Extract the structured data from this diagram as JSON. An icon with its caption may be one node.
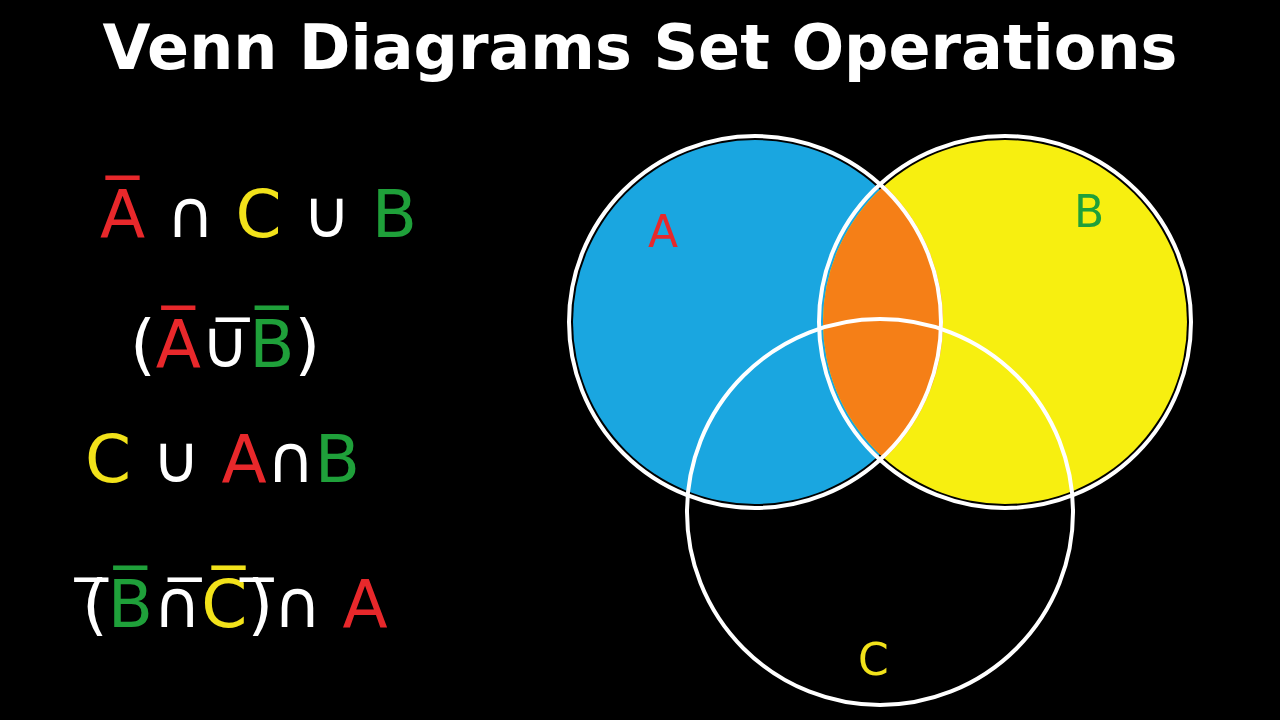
{
  "diagram": {
    "title": "Venn Diagrams Set Operations",
    "nodes": [
      {
        "text": [
          "A"
        ]
      },
      {
        "text": [
          "B"
        ]
      },
      {
        "text": [
          "C"
        ]
      }
    ],
    "edges": [],
    "labels": [
      "A̅ ∩ C ∪ B",
      "(A̅∪̅B̅)",
      "C ∪ A∩B",
      "(̅B̅∩̅C̅)̅∩ A"
    ]
  }
}
